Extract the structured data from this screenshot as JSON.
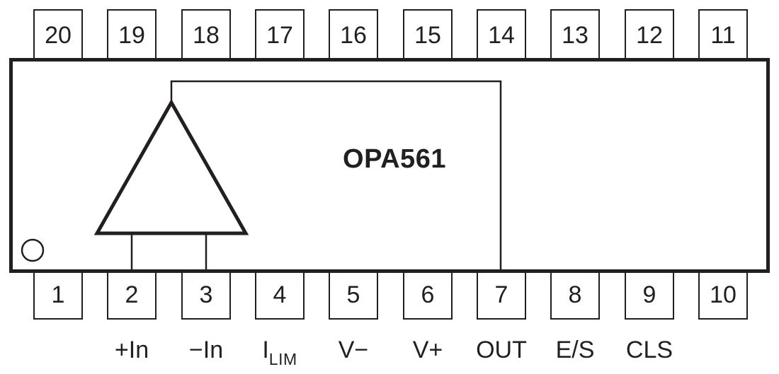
{
  "chip": {
    "title": "OPA561",
    "top_pins": [
      "20",
      "19",
      "18",
      "17",
      "16",
      "15",
      "14",
      "13",
      "12",
      "11"
    ],
    "bottom_pins": [
      "1",
      "2",
      "3",
      "4",
      "5",
      "6",
      "7",
      "8",
      "9",
      "10"
    ],
    "pin_labels": [
      {
        "pin": "2",
        "text": "+In",
        "sub": ""
      },
      {
        "pin": "3",
        "text": "−In",
        "sub": ""
      },
      {
        "pin": "4",
        "text": "I",
        "sub": "LIM"
      },
      {
        "pin": "5",
        "text": "V−",
        "sub": ""
      },
      {
        "pin": "6",
        "text": "V+",
        "sub": ""
      },
      {
        "pin": "7",
        "text": "OUT",
        "sub": ""
      },
      {
        "pin": "8",
        "text": "E/S",
        "sub": ""
      },
      {
        "pin": "9",
        "text": "CLS",
        "sub": ""
      }
    ],
    "colors": {
      "stroke": "#231f20",
      "background": "#ffffff"
    }
  }
}
